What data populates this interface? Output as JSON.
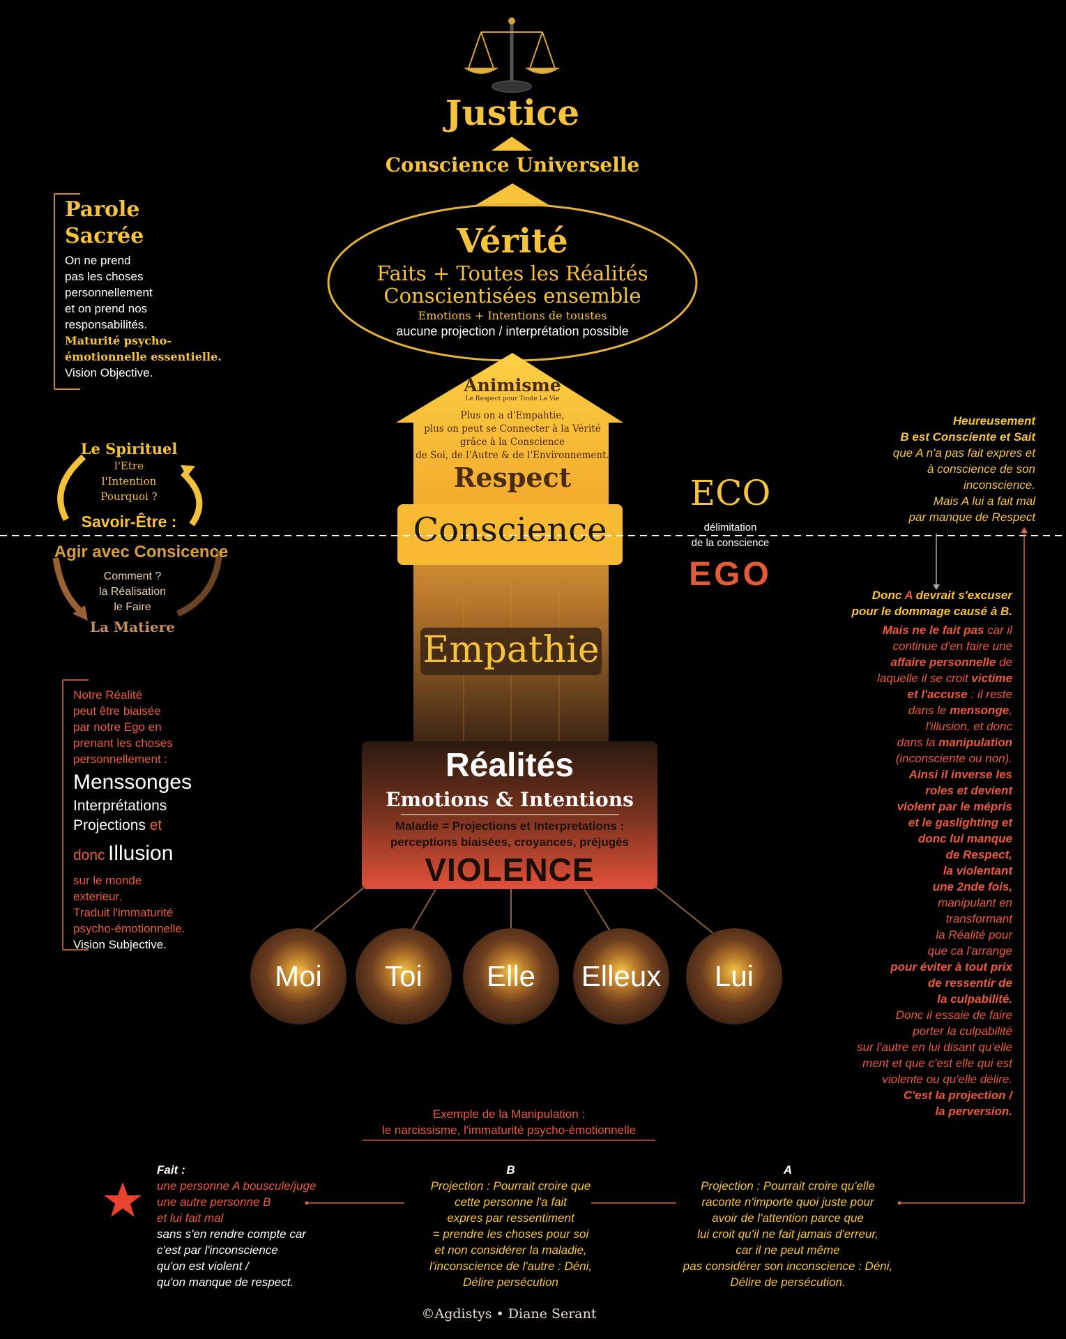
{
  "title": {
    "justice": "Justice",
    "conscience_universelle": "Conscience Universelle"
  },
  "verite": {
    "title": "Vérité",
    "line1": "Faits + Toutes les Réalités",
    "line2": "Conscientisées ensemble",
    "line3": "Emotions + Intentions de toustes",
    "line4": "aucune projection / interprétation possible"
  },
  "parole_sacree": {
    "title1": "Parole",
    "title2": "Sacrée",
    "lines": [
      "On ne prend",
      "pas les choses",
      "personnellement",
      "et on prend nos",
      "responsabilités."
    ],
    "gold_lines": [
      "Maturité psycho-",
      "émotionnelle essentielle."
    ],
    "last": "Vision Objective."
  },
  "cycle": {
    "spirituel": "Le Spirituel",
    "etre": "l'Etre",
    "intention": "l'Intention",
    "pourquoi": "Pourquoi ?",
    "savoir_etre": "Savoir-Être :",
    "agir": "Agir avec Consicence",
    "comment": "Comment ?",
    "realisation": "la Réalisation",
    "faire": "le Faire",
    "matiere": "La Matiere"
  },
  "arrow": {
    "animisme": "Animisme",
    "animisme_sub": "Le Respect pour Toute La Vie",
    "text": [
      "Plus on a d'Empahtie,",
      "plus on peut se Connecter à la Vérité",
      "grâce à la Conscience",
      "de Soi, de l'Autre & de l'Environnement."
    ],
    "respect": "Respect",
    "conscience": "Conscience",
    "empathie": "Empathie"
  },
  "eco_ego": {
    "eco": "ECO",
    "delim1": "délimitation",
    "delim2": "de la conscience",
    "ego": "EGO"
  },
  "realites": {
    "title": "Réalités",
    "sub": "Emotions & Intentions",
    "maladie1": "Maladie = Projections et Interpretations :",
    "maladie2": "perceptions biaisées, croyances, préjugés",
    "violence": "VIOLENCE"
  },
  "notre_realite": {
    "red_lines": [
      "Notre Réalité",
      "peut être biaisée",
      "par notre Ego en",
      "prenant les choses",
      "personnellement :"
    ],
    "big1": "Menssonges",
    "mid1": "Interprétations",
    "mid2": "Projections",
    "et": "et",
    "donc": "donc",
    "big2": "Illusion",
    "red_lines2": [
      "sur le monde",
      "exterieur.",
      "Traduit l'immaturité",
      "psycho-émotionnelle."
    ],
    "last": "Vision Subjective."
  },
  "people": [
    "Moi",
    "Toi",
    "Elle",
    "Elleux",
    "Lui"
  ],
  "right_text": {
    "heureusement": "Heureusement",
    "b_consciente": "B est Consciente et Sait",
    "lines1": [
      "que A n'a pas fait expres et",
      "à conscience de son",
      "inconscience.",
      "Mais A lui a fait mal",
      "par manque de Respect"
    ],
    "donc_a_1a": "Donc ",
    "donc_a_1b": "A",
    "donc_a_1c": " devrait s'excuser",
    "donc_a_2": "pour le dommage causé à B.",
    "body": [
      [
        "b",
        "Mais ne le fait pas",
        "",
        " car il"
      ],
      [
        "",
        "continue d'en faire une"
      ],
      [
        "b",
        "affaire personnelle",
        "",
        " de"
      ],
      [
        "",
        "laquelle il se croit ",
        "b",
        "victime"
      ],
      [
        "b",
        "et l'accuse",
        "",
        " : il reste"
      ],
      [
        "",
        "dans le ",
        "b",
        "mensonge",
        "",
        ","
      ],
      [
        "",
        "l'illusion, et donc"
      ],
      [
        "",
        "dans la ",
        "b",
        "manipulation"
      ],
      [
        "",
        "(inconsciente ou non)."
      ],
      [
        "b",
        "Ainsi il inverse les"
      ],
      [
        "b",
        "roles et devient"
      ],
      [
        "b",
        "violent par le mépris"
      ],
      [
        "b",
        "et le gaslighting et"
      ],
      [
        "b",
        "donc lui manque"
      ],
      [
        "b",
        "de Respect,"
      ],
      [
        "b",
        "la violentant"
      ],
      [
        "b",
        "une 2nde fois,"
      ],
      [
        "",
        "manipulant en"
      ],
      [
        "",
        "transformant"
      ],
      [
        "",
        "la Réalité pour"
      ],
      [
        "",
        "que ca l'arrange"
      ],
      [
        "b",
        "pour éviter à tout prix"
      ],
      [
        "b",
        "de ressentir de"
      ],
      [
        "b",
        "la culpabilité."
      ],
      [
        "",
        "Donc il essaie de faire"
      ],
      [
        "",
        "porter la culpabilité"
      ],
      [
        "",
        "sur l'autre en lui disant qu'elle"
      ],
      [
        "",
        "ment et que c'est elle qui est"
      ],
      [
        "",
        "violente ou qu'elle délire."
      ],
      [
        "b",
        "C'est la projection /"
      ],
      [
        "b",
        "la perversion."
      ]
    ]
  },
  "exemple": {
    "line1": "Exemple de la Manipulation :",
    "line2": "le narcissisme, l'immaturité psycho-émotionnelle"
  },
  "fait": {
    "label": "Fait :",
    "red_lines": [
      "une personne A bouscule/juge",
      "une autre personne B",
      "et lui fait mal"
    ],
    "white_lines": [
      "sans s'en rendre compte car",
      "c'est par l'inconscience",
      "qu'on est violent /",
      "qu'on manque de respect."
    ]
  },
  "b_block": {
    "label": "B",
    "lines": [
      "Projection : Pourrait croire que",
      "cette personne l'a fait",
      "expres par ressentiment",
      "= prendre les choses pour soi",
      "et non considérer la maladie,",
      "l'inconscience de l'autre : Déni,",
      "Délire persécution"
    ]
  },
  "a_block": {
    "label": "A",
    "lines": [
      "Projection : Pourrait croire qu'elle",
      "raconte n'importe quoi juste pour",
      "avoir de l'attention parce que",
      "lui croit qu'il ne fait jamais d'erreur,",
      "car il ne peut même",
      "pas considérer son inconscience : Déni,",
      "Délire de persécution."
    ]
  },
  "footer": "©Agdistys • Diane Serant",
  "colors": {
    "gold": "#f6c33a",
    "red": "#ec5a3c",
    "background": "#000000"
  }
}
